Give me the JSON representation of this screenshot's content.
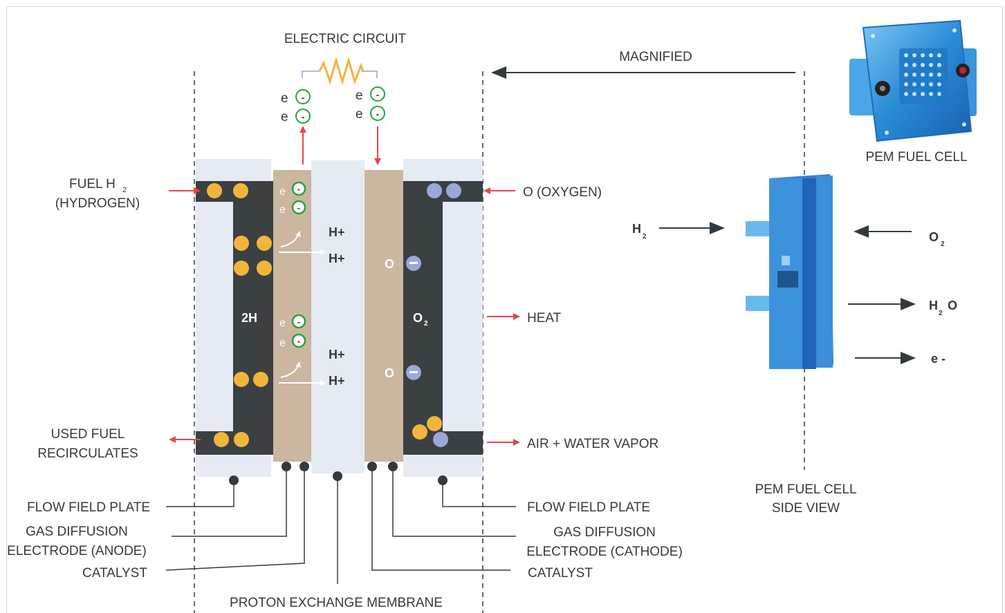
{
  "colors": {
    "plate": "#e6ebf3",
    "channel": "#3b4043",
    "electrode": "#cbb6a0",
    "membrane": "#e6ebf3",
    "hydrogen": "#f2b53b",
    "oxygen": "#9aa7d9",
    "arrow_red": "#e8454c",
    "electron_ring": "#23a33f",
    "resistor": "#f2b53b",
    "wire": "#8fa6cf",
    "text": "#333a3f",
    "cell_blue": "#2f8fd8"
  },
  "icons": [
    "electron-icon",
    "hydrogen-atom-icon",
    "oxygen-atom-icon",
    "oxide-ion-icon",
    "resistor-icon",
    "fuel-cell-photo",
    "fuel-cell-side-photo"
  ],
  "title": {
    "circuit": "ELECTRIC CIRCUIT",
    "magnified": "MAGNIFIED"
  },
  "electron": {
    "letter": "e",
    "sign": "-"
  },
  "left_labels": {
    "fuel": "FUEL H",
    "fuel_sub": "2",
    "fuel_line2": "(HYDROGEN)",
    "used1": "USED FUEL",
    "used2": "RECIRCULATES",
    "flow_plate": "FLOW FIELD PLATE",
    "gde1": "GAS DIFFUSION",
    "gde2": "ELECTRODE (ANODE)",
    "catalyst": "CATALYST"
  },
  "right_labels": {
    "oxygen": "O (OXYGEN)",
    "heat": "HEAT",
    "air": "AIR + WATER VAPOR",
    "flow_plate": "FLOW FIELD PLATE",
    "gde1": "GAS DIFFUSION",
    "gde2": "ELECTRODE (CATHODE)",
    "catalyst": "CATALYST"
  },
  "bottom_label": "PROTON EXCHANGE MEMBRANE",
  "cell": {
    "h2_main": "2H",
    "o2_main": "O",
    "o2_sub": "2",
    "proton": "H+",
    "oxide_atom": "O"
  },
  "photo": {
    "title": "PEM FUEL CELL",
    "side1": "PEM FUEL CELL",
    "side2": "SIDE VIEW",
    "h2": "H",
    "h2_sub": "2",
    "o2": "O",
    "o2_sub": "2",
    "h2o_h": "H",
    "h2o_sub": "2",
    "h2o_o": "O",
    "e": "e -"
  }
}
